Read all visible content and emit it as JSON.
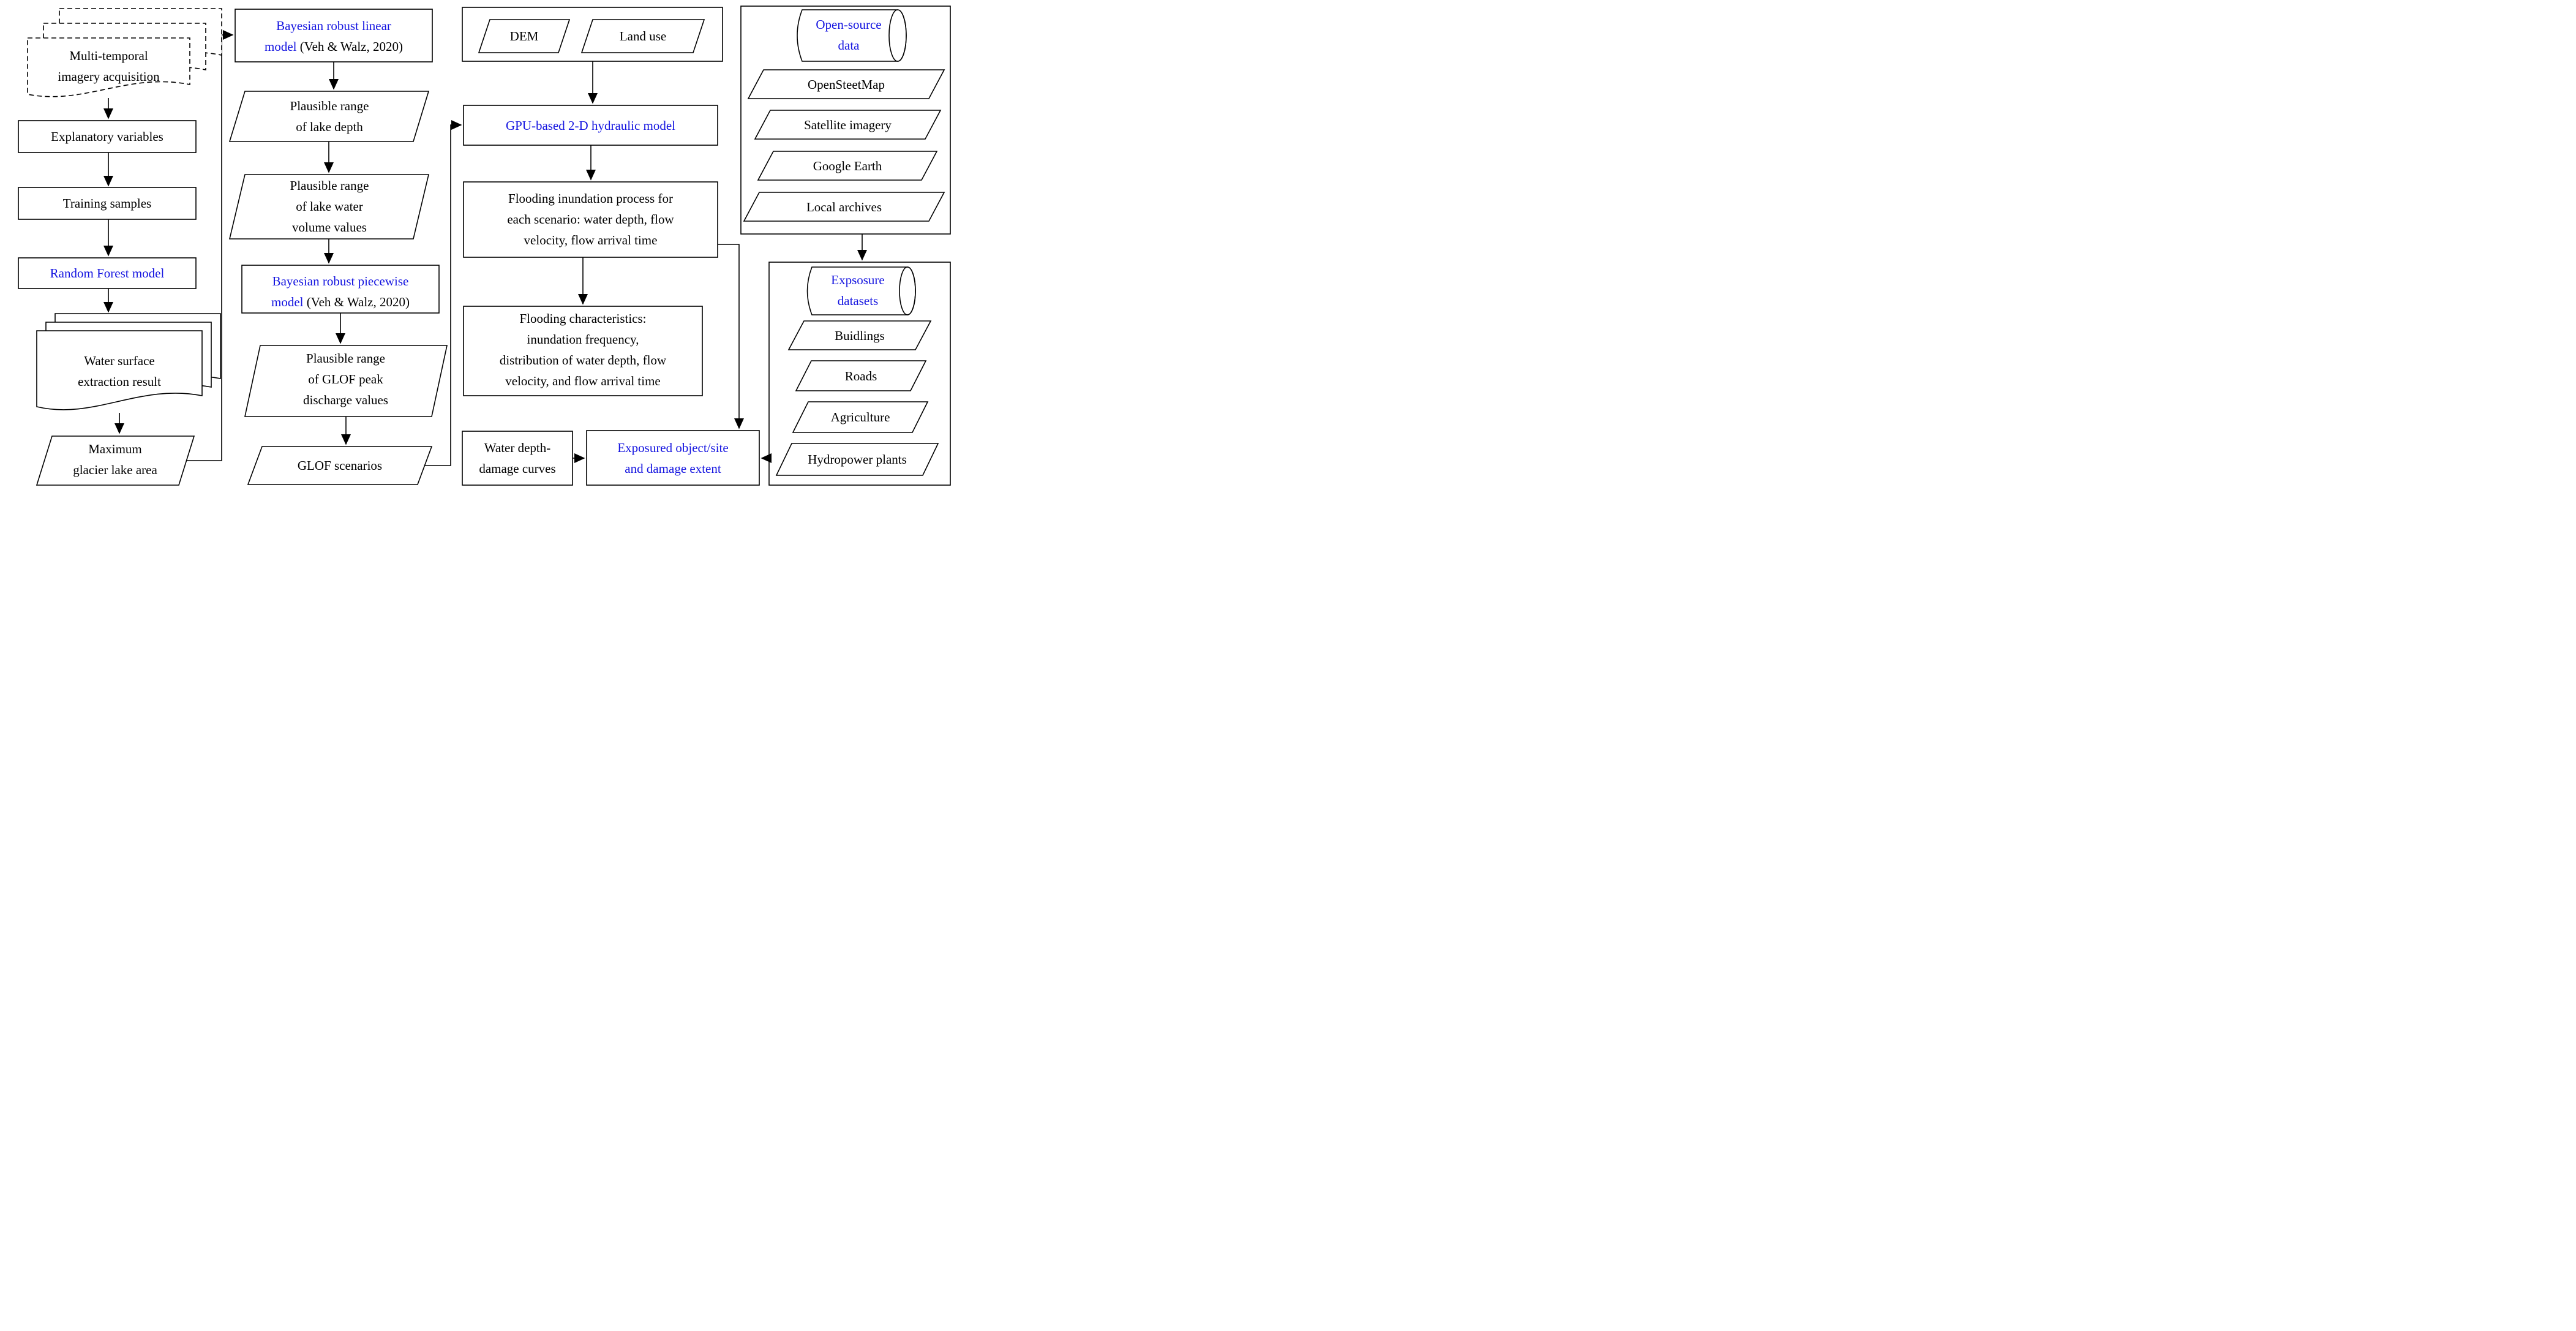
{
  "figure": {
    "description": "GLOF hazard and risk assessment workflow flowchart"
  },
  "palette": {
    "accent_blue": "#1414e0",
    "line": "#000000",
    "background": "#ffffff"
  },
  "col1": {
    "imagery": [
      "Multi-temporal",
      "imagery acquisition"
    ],
    "explanatory": "Explanatory variables",
    "training": "Training samples",
    "random_forest": "Random Forest model",
    "water_surface": [
      "Water surface",
      "extraction result"
    ],
    "max_lake": [
      "Maximum",
      "glacier lake area"
    ]
  },
  "col2": {
    "bayes_linear": {
      "l1": "Bayesian robust linear",
      "l2_model": "model",
      "l2_cite": " (Veh & Walz, 2020)"
    },
    "lake_depth": [
      "Plausible range",
      "of lake depth"
    ],
    "lake_volume": [
      "Plausible range",
      "of lake water",
      "volume values"
    ],
    "bayes_piecewise": {
      "l1": "Bayesian robust piecewise",
      "l2_model": "model",
      "l2_cite": " (Veh & Walz, 2020)"
    },
    "glof_peak": [
      "Plausible range",
      "of GLOF peak",
      "discharge values"
    ],
    "glof_scenarios": "GLOF scenarios"
  },
  "col3": {
    "dem": "DEM",
    "land_use": "Land use",
    "gpu_model": "GPU-based 2-D hydraulic model",
    "flood_process": [
      "Flooding inundation process for",
      "each scenario: water depth, flow",
      "velocity, flow arrival time"
    ],
    "flood_characteristics": [
      "Flooding characteristics:",
      "inundation frequency,",
      "distribution of water depth, flow",
      "velocity, and flow arrival time"
    ],
    "damage_curves": [
      "Water depth-",
      "damage curves"
    ],
    "exposed": [
      "Exposured object/site",
      "and damage extent"
    ]
  },
  "col4": {
    "open_source": [
      "Open-source",
      "data"
    ],
    "open_items": [
      "OpenSteetMap",
      "Satellite imagery",
      "Google Earth",
      "Local archives"
    ],
    "exposure": [
      "Expsosure",
      "datasets"
    ],
    "exposure_items": [
      "Buidlings",
      "Roads",
      "Agriculture",
      "Hydropower plants"
    ]
  }
}
